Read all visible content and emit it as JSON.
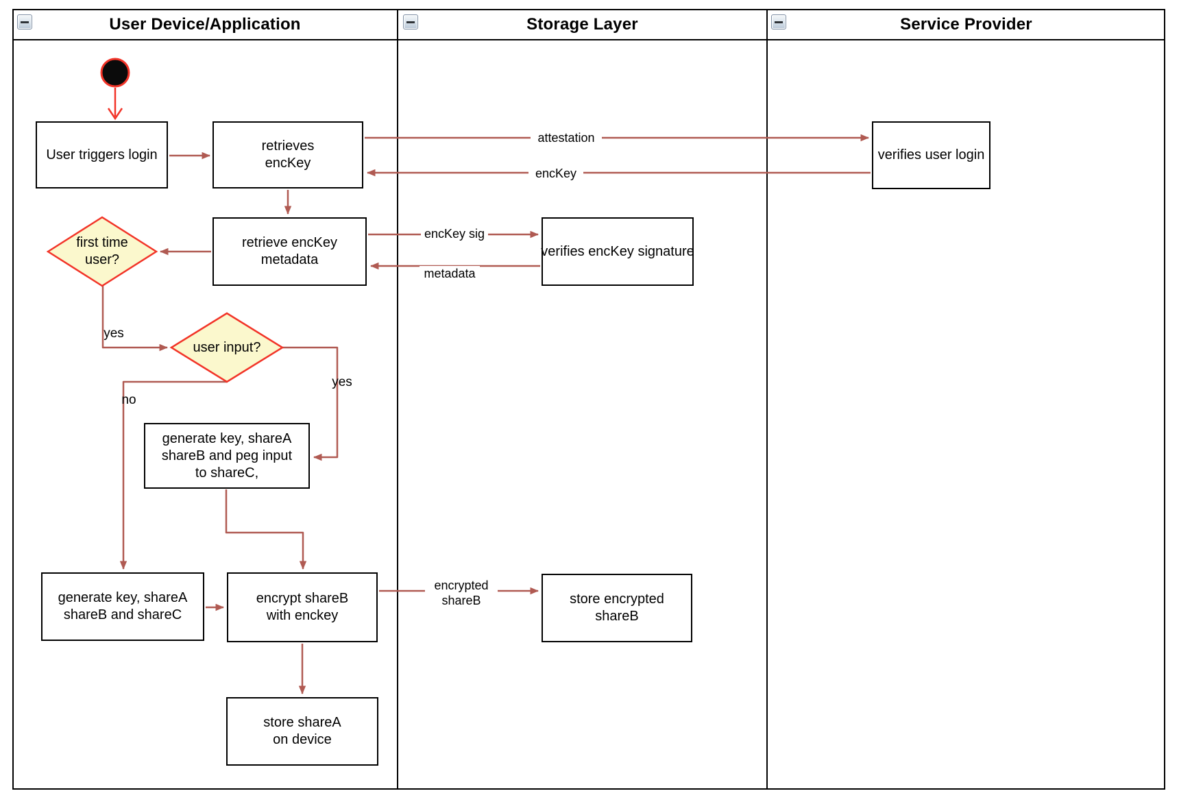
{
  "lanes": [
    {
      "title": "User Device/Application"
    },
    {
      "title": "Storage Layer"
    },
    {
      "title": "Service Provider"
    }
  ],
  "nodes": {
    "user_triggers_login": "User triggers login",
    "retrieves_enckey": "retrieves\nencKey",
    "retrieve_enckey_metadata": "retrieve encKey\nmetadata",
    "verifies_enckey_signature": "verifies encKey signature",
    "verifies_user_login": "verifies user login",
    "generate_peg_input": "generate key, shareA\nshareB and peg input\nto shareC,",
    "generate_sharec": "generate key, shareA\nshareB and shareC",
    "encrypt_shareb": "encrypt shareB\nwith enckey",
    "store_encrypted_shareb": "store encrypted\nshareB",
    "store_sharea": "store shareA\non device"
  },
  "decisions": {
    "first_time_user": "first time\nuser?",
    "user_input": "user input?"
  },
  "edge_labels": {
    "attestation": "attestation",
    "enckey": "encKey",
    "enckey_sig": "encKey sig",
    "metadata": "metadata",
    "encrypted_shareb": "encrypted\nshareB",
    "yes_first_time": "yes",
    "yes_user_input": "yes",
    "no_user_input": "no"
  },
  "colors": {
    "edge": "#B05A52",
    "start_accent": "#F23428",
    "decision_fill": "#FBF8CD",
    "node_border": "#000000",
    "node_fill": "#FFFFFF"
  }
}
